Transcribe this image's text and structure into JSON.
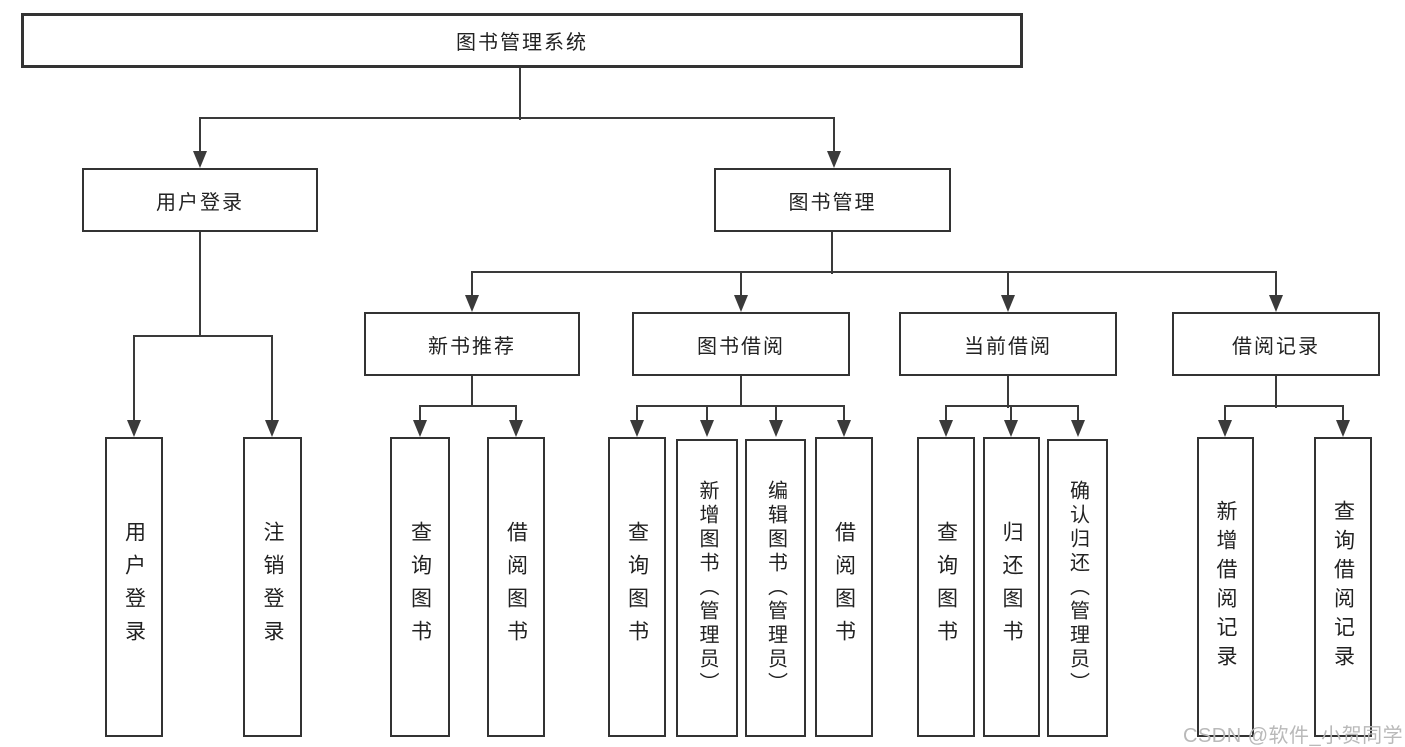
{
  "colors": {
    "line": "#3a3a3a",
    "box_border": "#333333",
    "text": "#222222",
    "watermark_gray": "#b9b9b9",
    "background": "#ffffff"
  },
  "tree": {
    "root": "图书管理系统",
    "children": [
      {
        "label": "用户登录",
        "children": [
          {
            "label": "用户登录"
          },
          {
            "label": "注销登录"
          }
        ]
      },
      {
        "label": "图书管理",
        "children": [
          {
            "label": "新书推荐",
            "children": [
              {
                "label": "查询图书"
              },
              {
                "label": "借阅图书"
              }
            ]
          },
          {
            "label": "图书借阅",
            "children": [
              {
                "label": "查询图书"
              },
              {
                "label": "新增图书（管理员）"
              },
              {
                "label": "编辑图书（管理员）"
              },
              {
                "label": "借阅图书"
              }
            ]
          },
          {
            "label": "当前借阅",
            "children": [
              {
                "label": "查询图书"
              },
              {
                "label": "归还图书"
              },
              {
                "label": "确认归还（管理员）"
              }
            ]
          },
          {
            "label": "借阅记录",
            "children": [
              {
                "label": "新增借阅记录"
              },
              {
                "label": "查询借阅记录"
              }
            ]
          }
        ]
      }
    ]
  },
  "watermark": "CSDN @软件_小贺同学"
}
